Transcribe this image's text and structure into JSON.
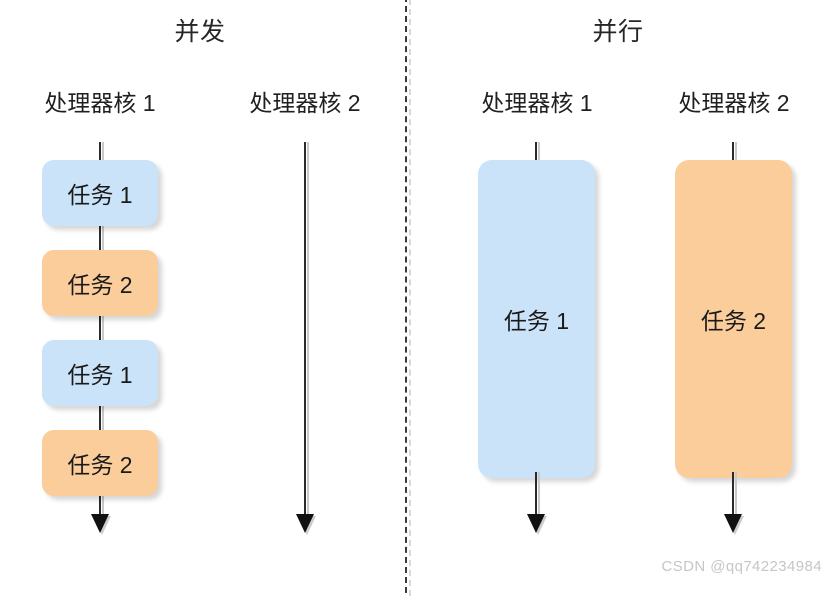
{
  "panels": [
    {
      "id": "concurrency",
      "title": "并发",
      "cores": [
        {
          "label": "处理器核 1"
        },
        {
          "label": "处理器核 2"
        }
      ]
    },
    {
      "id": "parallelism",
      "title": "并行",
      "cores": [
        {
          "label": "处理器核 1"
        },
        {
          "label": "处理器核 2"
        }
      ]
    }
  ],
  "concurrency_core1_tasks": [
    {
      "label": "任务 1",
      "color": "#cbe3f8"
    },
    {
      "label": "任务 2",
      "color": "#fbcd9b"
    },
    {
      "label": "任务 1",
      "color": "#cbe3f8"
    },
    {
      "label": "任务 2",
      "color": "#fbcd9b"
    }
  ],
  "parallel_tasks": [
    {
      "label": "任务 1",
      "color": "#cbe3f8"
    },
    {
      "label": "任务 2",
      "color": "#fbcd9b"
    }
  ],
  "colors": {
    "task_blue": "#cbe3f8",
    "task_orange": "#fbcd9b",
    "line": "#2b2b2b",
    "divider": "#3a3a3a",
    "watermark": "#c6c6c6"
  },
  "watermark": "CSDN @qq742234984"
}
